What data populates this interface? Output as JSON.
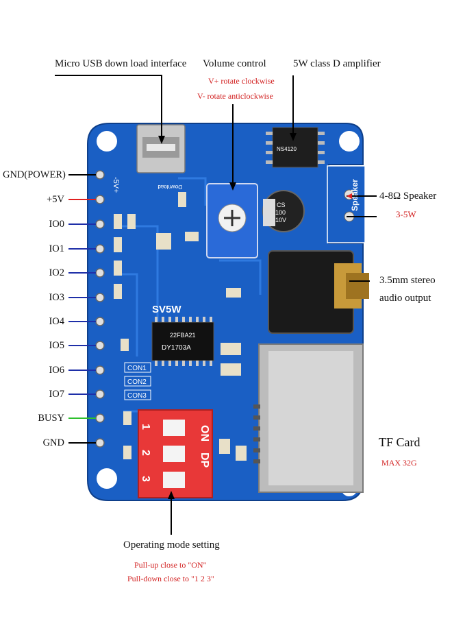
{
  "colors": {
    "board": "#1a5fc4",
    "wire_black": "#000000",
    "wire_red": "#e02020",
    "wire_blue": "#1e2fa8",
    "wire_green": "#2ec02e",
    "note_red": "#d22020",
    "dip_switch": "#e83838"
  },
  "callouts": {
    "usb": "Micro USB down load interface",
    "volume": "Volume control",
    "volume_note1": "V+ rotate clockwise",
    "volume_note2": "V- rotate anticlockwise",
    "amp": "5W class D amplifier",
    "speaker": "4-8Ω Speaker",
    "speaker_power": "3-5W",
    "audio1": "3.5mm stereo",
    "audio2": "audio output",
    "tf": "TF Card",
    "tf_max": "MAX 32G",
    "mode": "Operating mode setting",
    "mode_note1": "Pull-up close to   \"ON\"",
    "mode_note2": "Pull-down close to  \"1 2 3\""
  },
  "pins": [
    {
      "label": "GND(POWER)",
      "wire": "black"
    },
    {
      "label": "+5V",
      "wire": "red"
    },
    {
      "label": "IO0",
      "wire": "blue"
    },
    {
      "label": "IO1",
      "wire": "blue"
    },
    {
      "label": "IO2",
      "wire": "blue"
    },
    {
      "label": "IO3",
      "wire": "blue"
    },
    {
      "label": "IO4",
      "wire": "blue"
    },
    {
      "label": "IO5",
      "wire": "blue"
    },
    {
      "label": "IO6",
      "wire": "blue"
    },
    {
      "label": "IO7",
      "wire": "blue"
    },
    {
      "label": "BUSY",
      "wire": "green"
    },
    {
      "label": "GND",
      "wire": "black"
    }
  ],
  "silk": {
    "download": "Download",
    "power": "-5V+",
    "chip_name": "SV5W",
    "chip_code1": "DY1703A",
    "chip_code2": "22FBA21",
    "con1": "CON1",
    "con2": "CON2",
    "con3": "CON3",
    "dip_on": "ON",
    "dip_dp": "DP",
    "dip_1": "1",
    "dip_2": "2",
    "dip_3": "3",
    "speaker": "Speaker",
    "cap1": "CS",
    "cap2": "100",
    "cap3": "10V",
    "amp_code": "NS4120"
  }
}
